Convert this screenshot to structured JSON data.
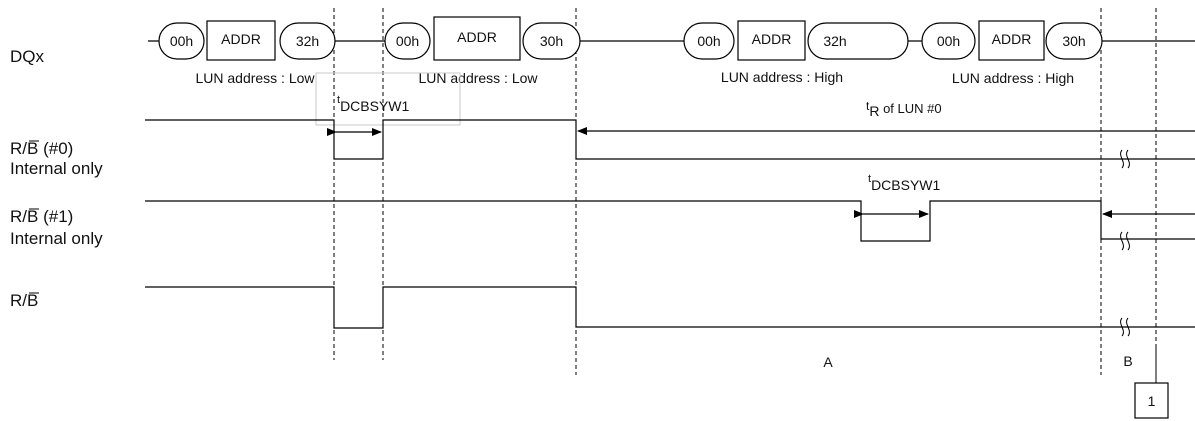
{
  "signals": {
    "dqx": "DQx",
    "rb0": {
      "name": "R/B",
      "suffix": "(#0)",
      "line2": "Internal only"
    },
    "rb1": {
      "name": "R/B",
      "suffix": "(#1)",
      "line2": "Internal only"
    },
    "rb": {
      "name": "R/B"
    }
  },
  "commands": [
    {
      "cmd1": "00h",
      "addr": "ADDR",
      "cmd2": "32h",
      "caption": "LUN address : Low"
    },
    {
      "cmd1": "00h",
      "addr": "ADDR",
      "cmd2": "30h",
      "caption": "LUN address : Low"
    },
    {
      "cmd1": "00h",
      "addr": "ADDR",
      "cmd2": "32h",
      "caption": "LUN address : High"
    },
    {
      "cmd1": "00h",
      "addr": "ADDR",
      "cmd2": "30h",
      "caption": "LUN address : High"
    }
  ],
  "timings": {
    "t1": {
      "prefix": "t",
      "sub": "DCBSYW1"
    },
    "t2": {
      "prefix": "t",
      "sub": "DCBSYW1"
    },
    "tr": {
      "prefix": "t",
      "sub": "R",
      "rest": " of LUN #0"
    }
  },
  "markers": {
    "a": "A",
    "b": "B",
    "box": "1"
  }
}
